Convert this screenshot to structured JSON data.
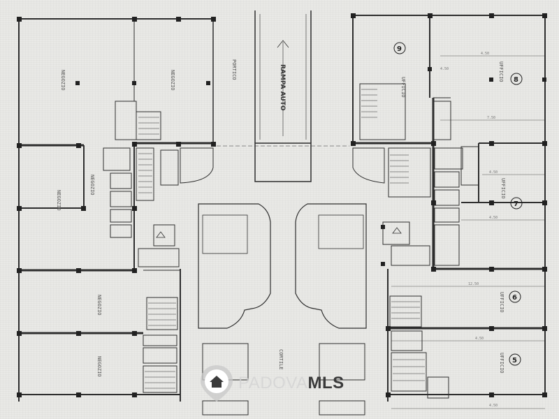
{
  "plan": {
    "ramp_label": "RAMPA AUTO",
    "portico_label": "PORTICO",
    "courtyard_label": "CORTILE",
    "room_labels": [
      "NEGOZIO",
      "NEGOZIO",
      "NEGOZIO",
      "NEGOZIO",
      "NEGOZIO",
      "NEGOZIO",
      "UFFICIO",
      "UFFICIO",
      "UFFICIO",
      "UFFICIO",
      "UFFICIO"
    ],
    "unit_numbers": [
      "9",
      "8",
      "7",
      "6",
      "5"
    ],
    "dimension_labels": [
      "4.50",
      "4.50",
      "7.50",
      "4.50",
      "4.50",
      "12.50",
      "4.50",
      "4.50"
    ]
  },
  "watermark": {
    "brand_light": "PADOVA",
    "brand_bold": "MLS",
    "icon": "house-pin-icon"
  },
  "colors": {
    "ink": "#2a2a2a",
    "paper": "#e9e9e6",
    "watermark_gray": "#3a3a3a"
  }
}
